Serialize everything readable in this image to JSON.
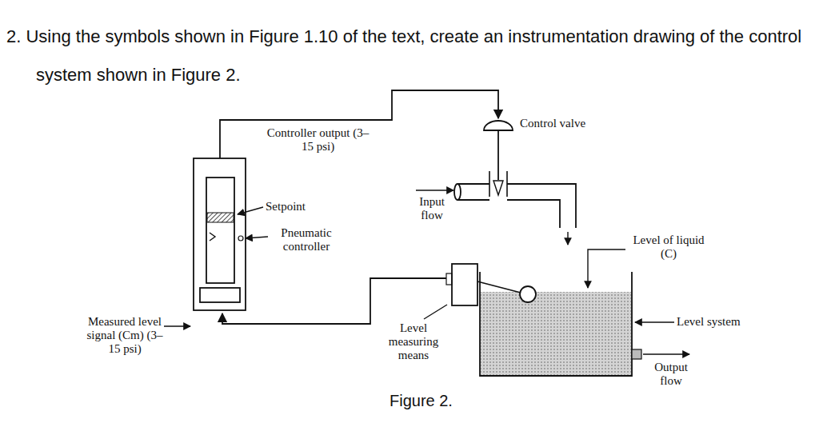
{
  "diagram": {
    "title": "2. Using the symbols shown in Figure 1.10 of the text, create an instrumentation drawing of the control system shown in Figure 2.",
    "caption": "Figure 2.",
    "labels": [
      "Controller output (3–15 psi)",
      "Control valve",
      "Setpoint",
      "Input flow",
      "Pneumatic controller",
      "Level of liquid (C)",
      "Level system",
      "Measured level signal (Cm) (3–15 psi)",
      "Level measuring means",
      "Output flow"
    ]
  }
}
